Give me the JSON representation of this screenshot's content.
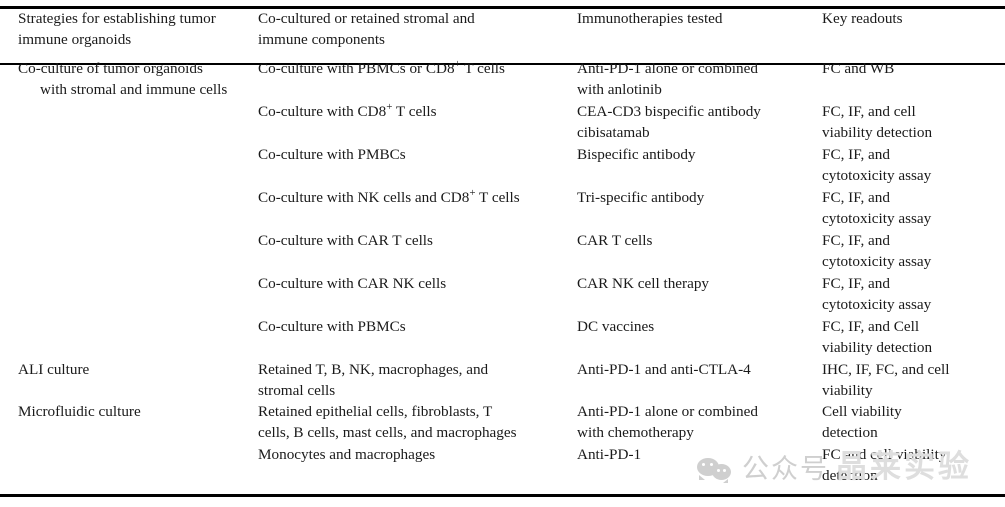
{
  "table": {
    "columns": [
      "Strategies for establishing tumor immune organoids",
      "Co-cultured or retained stromal and immune components",
      "Immunotherapies tested",
      "Key readouts"
    ],
    "column_lines": {
      "c1": [
        "Strategies for establishing tumor",
        "immune organoids"
      ],
      "c2": [
        "Co-cultured or retained stromal and",
        "immune components"
      ],
      "c3": [
        "Immunotherapies tested"
      ],
      "c4": [
        "Key readouts"
      ]
    },
    "groups": [
      {
        "label_lines": [
          "Co-culture of tumor organoids",
          "with stromal and immune cells"
        ],
        "rows": [
          {
            "components": "Co-culture with PBMCs or CD8",
            "components_sup": "+",
            "components_tail": " T cells",
            "therapy_lines": [
              "Anti-PD-1 alone or combined",
              "with anlotinib"
            ],
            "readout_lines": [
              "FC and WB"
            ]
          },
          {
            "components": "Co-culture with CD8",
            "components_sup": "+",
            "components_tail": " T cells",
            "therapy_lines": [
              "CEA-CD3 bispecific antibody",
              "cibisatamab"
            ],
            "readout_lines": [
              "FC, IF, and cell",
              "viability detection"
            ]
          },
          {
            "components": "Co-culture with PMBCs",
            "components_sup": "",
            "components_tail": "",
            "therapy_lines": [
              "Bispecific antibody"
            ],
            "readout_lines": [
              "FC, IF, and",
              "cytotoxicity assay"
            ]
          },
          {
            "components": "Co-culture with NK cells and CD8",
            "components_sup": "+",
            "components_tail": " T cells",
            "therapy_lines": [
              "Tri-specific antibody"
            ],
            "readout_lines": [
              "FC, IF, and",
              "cytotoxicity assay"
            ]
          },
          {
            "components": "Co-culture with CAR T cells",
            "components_sup": "",
            "components_tail": "",
            "therapy_lines": [
              "CAR T cells"
            ],
            "readout_lines": [
              "FC, IF, and",
              "cytotoxicity assay"
            ]
          },
          {
            "components": "Co-culture with CAR NK cells",
            "components_sup": "",
            "components_tail": "",
            "therapy_lines": [
              "CAR NK cell therapy"
            ],
            "readout_lines": [
              "FC, IF, and",
              "cytotoxicity assay"
            ]
          },
          {
            "components": "Co-culture with PBMCs",
            "components_sup": "",
            "components_tail": "",
            "therapy_lines": [
              "DC vaccines"
            ],
            "readout_lines": [
              "FC, IF, and Cell",
              "viability detection"
            ]
          }
        ]
      }
    ],
    "tail_rows": [
      {
        "strategy": "ALI culture",
        "component_lines": [
          "Retained T, B, NK, macrophages, and",
          "stromal cells"
        ],
        "therapy_lines": [
          "Anti-PD-1 and anti-CTLA-4"
        ],
        "readout_lines": [
          "IHC, IF, FC, and cell",
          "viability"
        ]
      },
      {
        "strategy": "Microfluidic culture",
        "component_lines": [
          "Retained epithelial cells, fibroblasts, T",
          "cells, B cells, mast cells, and macrophages"
        ],
        "therapy_lines": [
          "Anti-PD-1 alone or combined",
          "with chemotherapy"
        ],
        "readout_lines": [
          "Cell viability",
          "detection"
        ]
      },
      {
        "strategy": "",
        "component_lines": [
          "Monocytes and macrophages"
        ],
        "therapy_lines": [
          "Anti-PD-1"
        ],
        "readout_lines": [
          "FC and cell viability",
          "detection"
        ]
      }
    ]
  },
  "watermark": {
    "wechat_label": "公众号",
    "brand": "晶莱实验",
    "color": "#cfcfcf"
  }
}
